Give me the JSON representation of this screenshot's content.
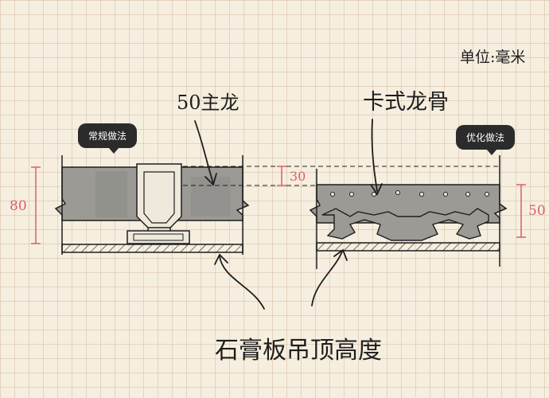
{
  "labels": {
    "unit": "单位:毫米",
    "main_keel": "50主龙",
    "card_keel": "卡式龙骨",
    "ceiling_height": "石膏板吊顶高度"
  },
  "badges": {
    "conventional": "常规做法",
    "optimized": "优化做法"
  },
  "dimensions": {
    "conventional_total": "80",
    "saving": "30",
    "optimized_total": "50"
  },
  "colors": {
    "concrete": "#9b9a95",
    "concrete_dark": "#7f7e79",
    "ink": "#1e1e1e",
    "dimension": "#d9606a",
    "badge": "#2b2b2b"
  }
}
